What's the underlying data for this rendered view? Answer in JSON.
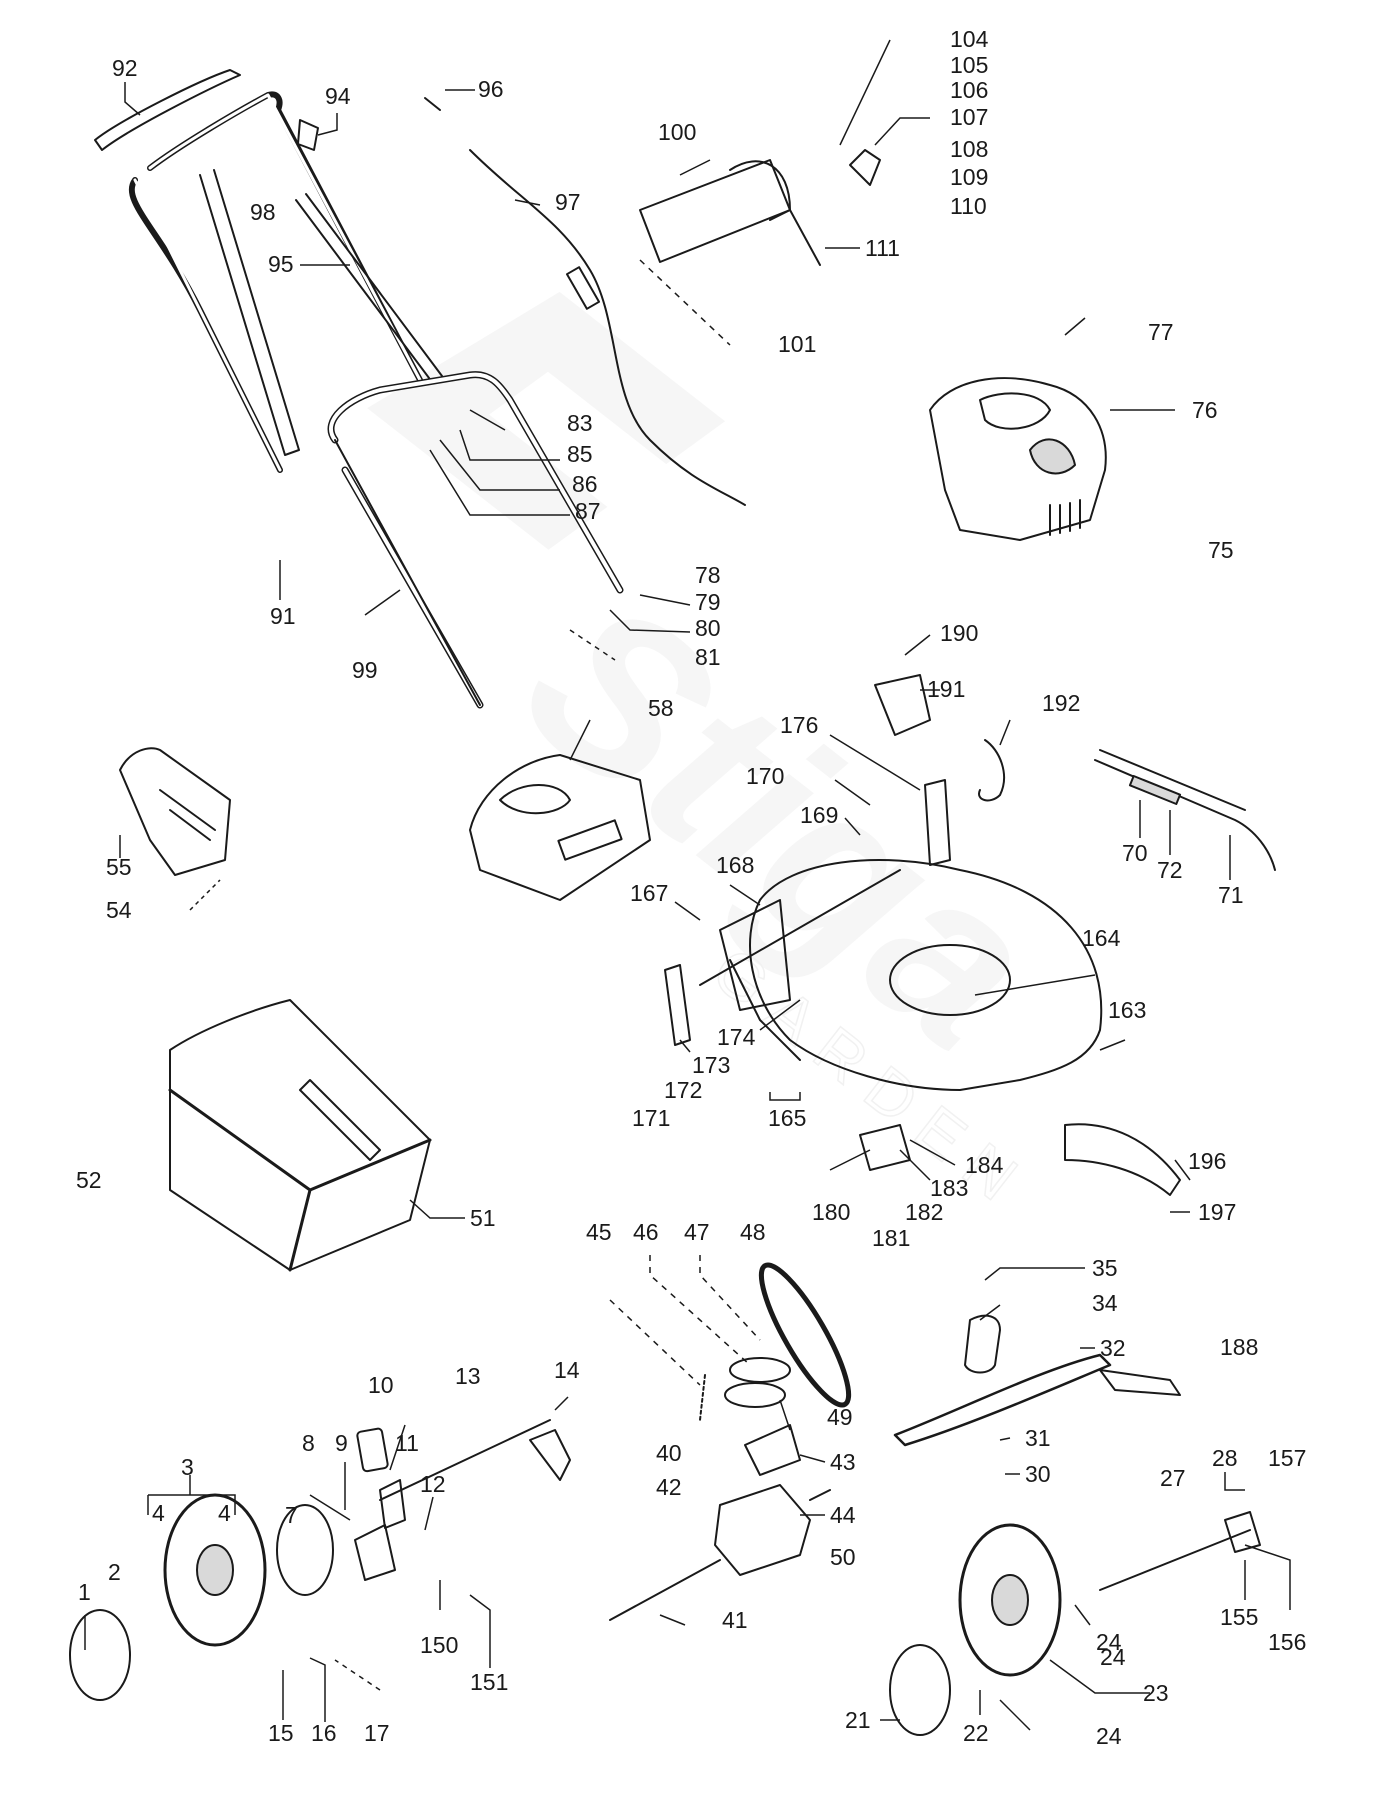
{
  "colors": {
    "line": "#1a1a1a",
    "part_fill": "#ffffff",
    "shade": "#d9d9d9",
    "watermark": "#ededed"
  },
  "labels": [
    "1",
    "2",
    "3",
    "4",
    "4",
    "7",
    "8",
    "9",
    "10",
    "11",
    "12",
    "13",
    "14",
    "15",
    "16",
    "17",
    "21",
    "22",
    "23",
    "24",
    "24",
    "24",
    "27",
    "28",
    "30",
    "31",
    "32",
    "34",
    "35",
    "40",
    "41",
    "42",
    "43",
    "44",
    "45",
    "46",
    "47",
    "48",
    "49",
    "50",
    "51",
    "52",
    "54",
    "55",
    "58",
    "70",
    "71",
    "72",
    "75",
    "76",
    "77",
    "78",
    "79",
    "80",
    "81",
    "83",
    "85",
    "86",
    "87",
    "91",
    "92",
    "94",
    "95",
    "96",
    "97",
    "98",
    "99",
    "100",
    "101",
    "104",
    "105",
    "106",
    "107",
    "108",
    "109",
    "110",
    "111",
    "150",
    "151",
    "155",
    "156",
    "157",
    "163",
    "164",
    "165",
    "167",
    "168",
    "169",
    "170",
    "171",
    "172",
    "173",
    "174",
    "176",
    "180",
    "181",
    "182",
    "183",
    "184",
    "188",
    "190",
    "191",
    "192",
    "196",
    "197"
  ],
  "watermark": {
    "logo": "Stiga",
    "subtext": "GARDEN"
  }
}
